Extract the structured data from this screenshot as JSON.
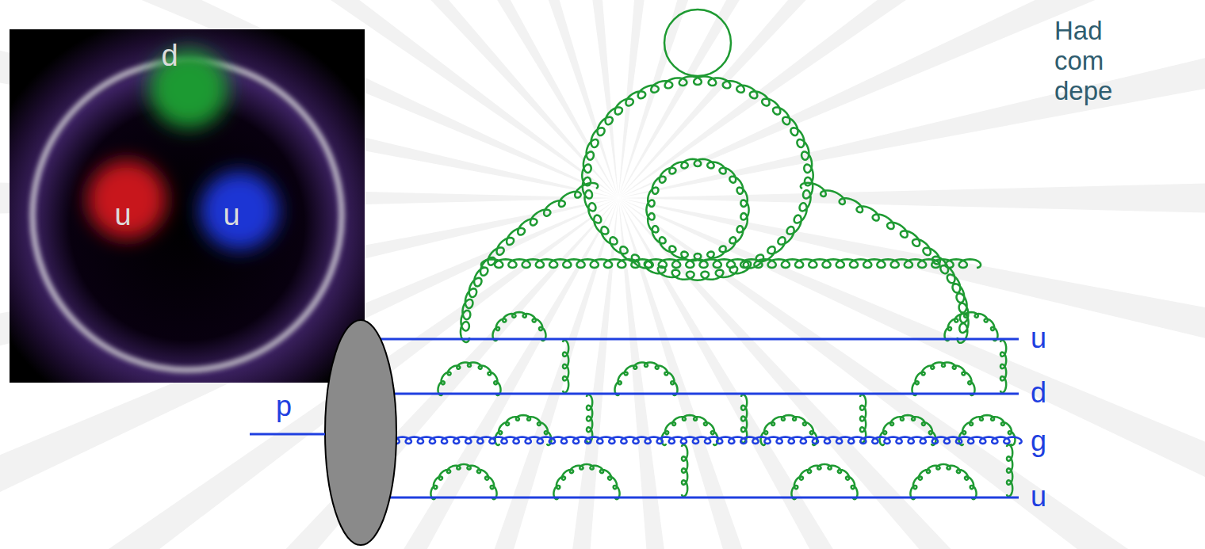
{
  "diagram": {
    "nodes": [
      {
        "text": [
          "d"
        ]
      },
      {
        "text": [
          "u"
        ]
      },
      {
        "text": [
          "u"
        ]
      }
    ],
    "labels": [
      "p",
      "u",
      "d",
      "g",
      "u",
      "Had",
      "com",
      "depe"
    ]
  }
}
